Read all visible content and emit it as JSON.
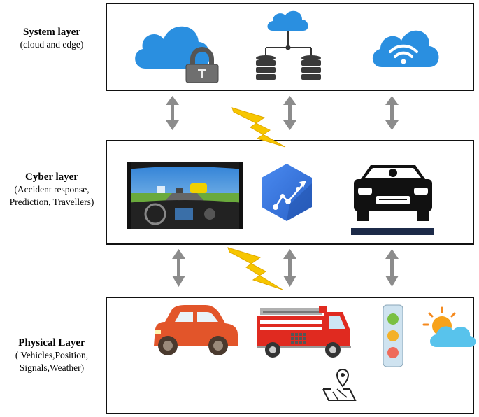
{
  "layers": {
    "system": {
      "title": "System layer",
      "subtitle": "(cloud and edge)",
      "icons": [
        "cloud-lock-icon",
        "cloud-database-network-icon",
        "cloud-wifi-icon"
      ]
    },
    "cyber": {
      "title": "Cyber layer",
      "subtitle_line1": "(Accident response,",
      "subtitle_line2": "Prediction, Travellers)",
      "icons": [
        "dashboard-view-image",
        "prediction-hexagon-icon",
        "driver-car-icon"
      ]
    },
    "physical": {
      "title": "Physical Layer",
      "subtitle_line1": "( Vehicles,Position,",
      "subtitle_line2": "Signals,Weather)",
      "icons": [
        "car-icon",
        "fire-truck-icon",
        "traffic-light-icon",
        "weather-sun-cloud-icon",
        "map-pin-icon"
      ]
    }
  },
  "colors": {
    "cloud_blue": "#2a8fe0",
    "arrow_gray": "#8c8c8c",
    "lightning_yellow": "#f7c600",
    "car_orange": "#e2552a",
    "truck_red": "#e02a20"
  }
}
